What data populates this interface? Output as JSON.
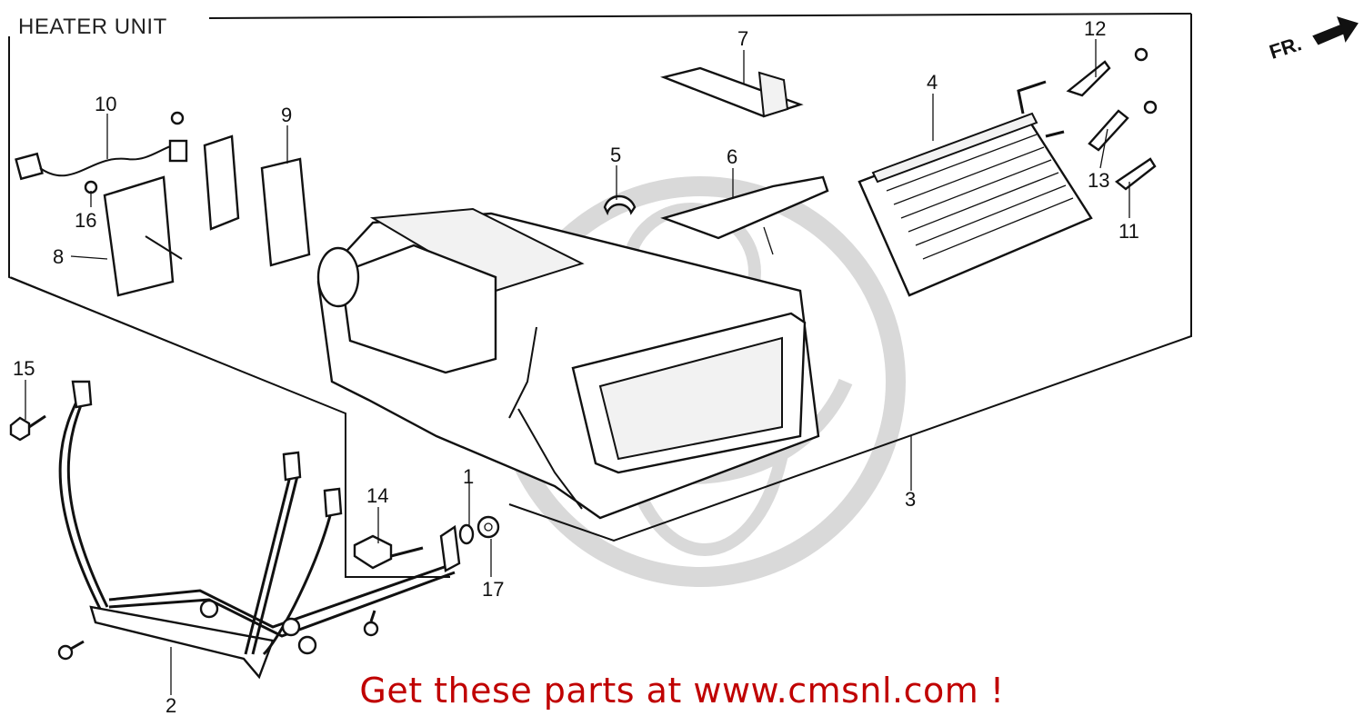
{
  "title": "HEATER UNIT",
  "direction_indicator": "FR.",
  "banner": "Get these parts at www.cmsnl.com !",
  "banner_color": "#c00000",
  "watermark_icon": "cmsnl-logo-watermark",
  "callouts": [
    "1",
    "2",
    "3",
    "4",
    "5",
    "6",
    "7",
    "8",
    "9",
    "10",
    "11",
    "12",
    "13",
    "14",
    "15",
    "16",
    "17"
  ]
}
